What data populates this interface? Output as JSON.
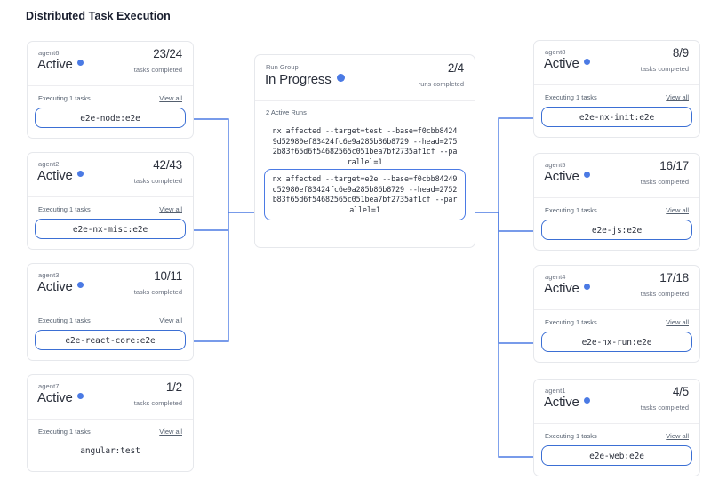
{
  "page": {
    "title": "Distributed Task Execution",
    "accent_blue": "#4b7ae4",
    "pill_border": "#3b6fd4",
    "card_border": "#e6e8ec",
    "text_dark": "#2b303c",
    "text_muted": "#6b7280"
  },
  "labels": {
    "executing": "Executing 1 tasks",
    "view_all": "View all",
    "tasks_completed": "tasks completed",
    "runs_completed": "runs completed"
  },
  "run_group": {
    "label": "Run Group",
    "status": "In Progress",
    "status_dot": "blue-dot-icon",
    "count": "2/4",
    "count_sub": "runs completed",
    "active_runs_label": "2 Active Runs",
    "runs": [
      {
        "command": "nx affected --target=test --base=f0cbb84249d52980ef83424fc6e9a285b86b8729 --head=2752b83f65d6f54682565c051bea7bf2735af1cf --parallel=1",
        "highlighted": false
      },
      {
        "command": "nx affected --target=e2e --base=f0cbb84249d52980ef83424fc6e9a285b86b8729 --head=2752b83f65d6f54682565c051bea7bf2735af1cf --parallel=1",
        "highlighted": true
      }
    ]
  },
  "left_agents": [
    {
      "name": "agent6",
      "status": "Active",
      "status_dot": "blue-dot-icon",
      "count": "23/24",
      "count_sub": "tasks completed",
      "executing": "Executing 1 tasks",
      "view_all": "View all",
      "task": "e2e-node:e2e",
      "task_boxed": true
    },
    {
      "name": "agent2",
      "status": "Active",
      "status_dot": "blue-dot-icon",
      "count": "42/43",
      "count_sub": "tasks completed",
      "executing": "Executing 1 tasks",
      "view_all": "View all",
      "task": "e2e-nx-misc:e2e",
      "task_boxed": true
    },
    {
      "name": "agent3",
      "status": "Active",
      "status_dot": "blue-dot-icon",
      "count": "10/11",
      "count_sub": "tasks completed",
      "executing": "Executing 1 tasks",
      "view_all": "View all",
      "task": "e2e-react-core:e2e",
      "task_boxed": true
    },
    {
      "name": "agent7",
      "status": "Active",
      "status_dot": "blue-dot-icon",
      "count": "1/2",
      "count_sub": "tasks completed",
      "executing": "Executing 1 tasks",
      "view_all": "View all",
      "task": "angular:test",
      "task_boxed": false
    }
  ],
  "right_agents": [
    {
      "name": "agent8",
      "status": "Active",
      "status_dot": "blue-dot-icon",
      "count": "8/9",
      "count_sub": "tasks completed",
      "executing": "Executing 1 tasks",
      "view_all": "View all",
      "task": "e2e-nx-init:e2e",
      "task_boxed": true
    },
    {
      "name": "agent5",
      "status": "Active",
      "status_dot": "blue-dot-icon",
      "count": "16/17",
      "count_sub": "tasks completed",
      "executing": "Executing 1 tasks",
      "view_all": "View all",
      "task": "e2e-js:e2e",
      "task_boxed": true
    },
    {
      "name": "agent4",
      "status": "Active",
      "status_dot": "blue-dot-icon",
      "count": "17/18",
      "count_sub": "tasks completed",
      "executing": "Executing 1 tasks",
      "view_all": "View all",
      "task": "e2e-nx-run:e2e",
      "task_boxed": true
    },
    {
      "name": "agent1",
      "status": "Active",
      "status_dot": "blue-dot-icon",
      "count": "4/5",
      "count_sub": "tasks completed",
      "executing": "Executing 1 tasks",
      "view_all": "View all",
      "task": "e2e-web:e2e",
      "task_boxed": true
    }
  ]
}
